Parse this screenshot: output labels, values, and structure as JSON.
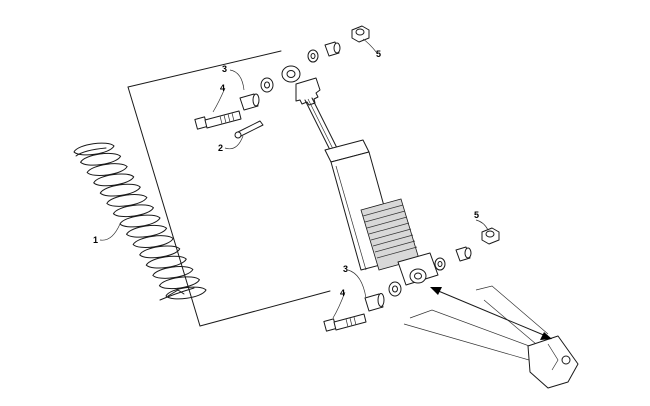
{
  "callouts": [
    {
      "id": "c1",
      "label": "1"
    },
    {
      "id": "c2",
      "label": "2"
    },
    {
      "id": "c3a",
      "label": "3"
    },
    {
      "id": "c3b",
      "label": "3"
    },
    {
      "id": "c4a",
      "label": "4"
    },
    {
      "id": "c4b",
      "label": "4"
    },
    {
      "id": "c5a",
      "label": "5"
    },
    {
      "id": "c5b",
      "label": "5"
    }
  ]
}
